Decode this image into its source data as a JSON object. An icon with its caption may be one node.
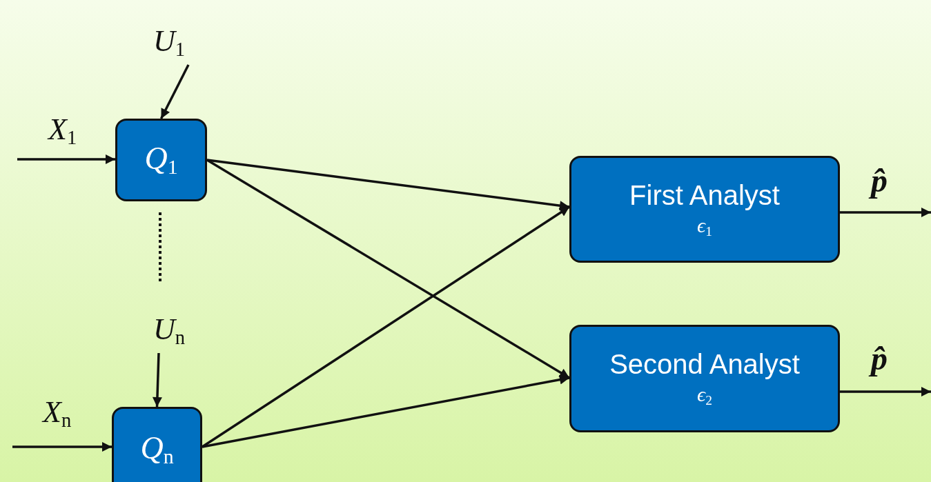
{
  "diagram": {
    "nodes": [
      {
        "text": [
          "U$_{1}$"
        ]
      },
      {
        "text": [
          "Q$_{1}$"
        ]
      },
      {
        "text": [
          "U$_{n}$"
        ]
      },
      {
        "text": [
          "Q$_{n}$"
        ]
      },
      {
        "text": [
          "First Analyst",
          "ϵ$_{1}$"
        ]
      },
      {
        "text": [
          "Second Analyst",
          "ϵ$_{2}$"
        ]
      }
    ],
    "edges": [
      {
        "from": 0,
        "to": 1,
        "arrow": "to"
      },
      {
        "from": null,
        "to": 1,
        "arrow": "to",
        "label": "X$_{1}$"
      },
      {
        "from": 1,
        "to": 4,
        "arrow": "to"
      },
      {
        "from": 1,
        "to": 5,
        "arrow": "to"
      },
      {
        "from": 2,
        "to": 3,
        "arrow": "to"
      },
      {
        "from": null,
        "to": 3,
        "arrow": "to",
        "label": "X$_{n}$"
      },
      {
        "from": 3,
        "to": 4,
        "arrow": "to"
      },
      {
        "from": 3,
        "to": 5,
        "arrow": "to"
      },
      {
        "from": 4,
        "to": null,
        "arrow": "to",
        "label": "p̂"
      },
      {
        "from": 5,
        "to": null,
        "arrow": "to",
        "label": "p̂"
      }
    ]
  }
}
